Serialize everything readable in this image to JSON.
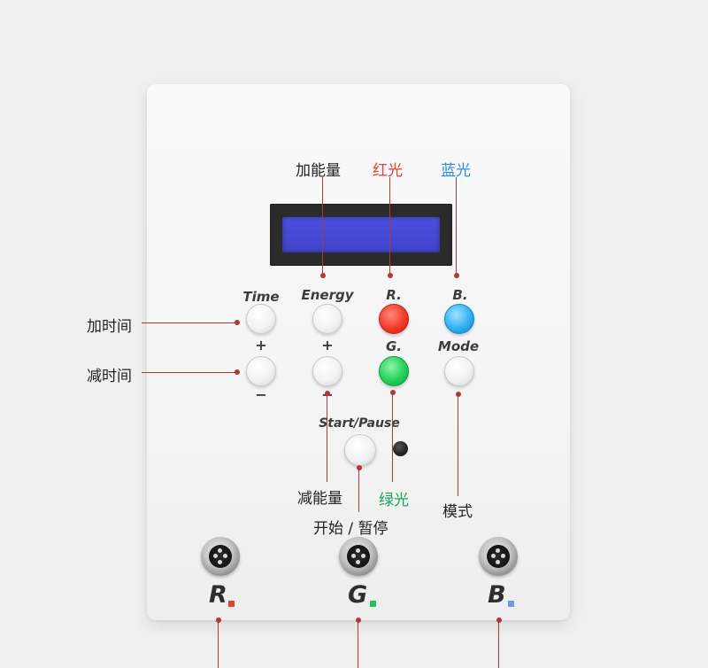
{
  "panel_labels": {
    "time": "Time",
    "energy": "Energy",
    "r": "R.",
    "b": "B.",
    "g": "G.",
    "mode": "Mode",
    "start_pause": "Start/Pause",
    "plus": "+",
    "minus": "−"
  },
  "callouts": {
    "add_energy": "加能量",
    "red_light": "红光",
    "blue_light": "蓝光",
    "add_time": "加时间",
    "reduce_time": "减时间",
    "reduce_energy": "减能量",
    "green_light": "绿光",
    "mode": "模式",
    "start_pause": "开始 / 暂停"
  },
  "connectors": {
    "r": "R",
    "g": "G",
    "b": "B"
  },
  "colors": {
    "red_text": "#e0413a",
    "blue_text": "#2b8fd8",
    "green_text": "#1aa45a",
    "callout_line": "#b23838",
    "r_mark": "#e0413a",
    "g_mark": "#2fbf5e",
    "b_mark": "#6f9be0"
  }
}
